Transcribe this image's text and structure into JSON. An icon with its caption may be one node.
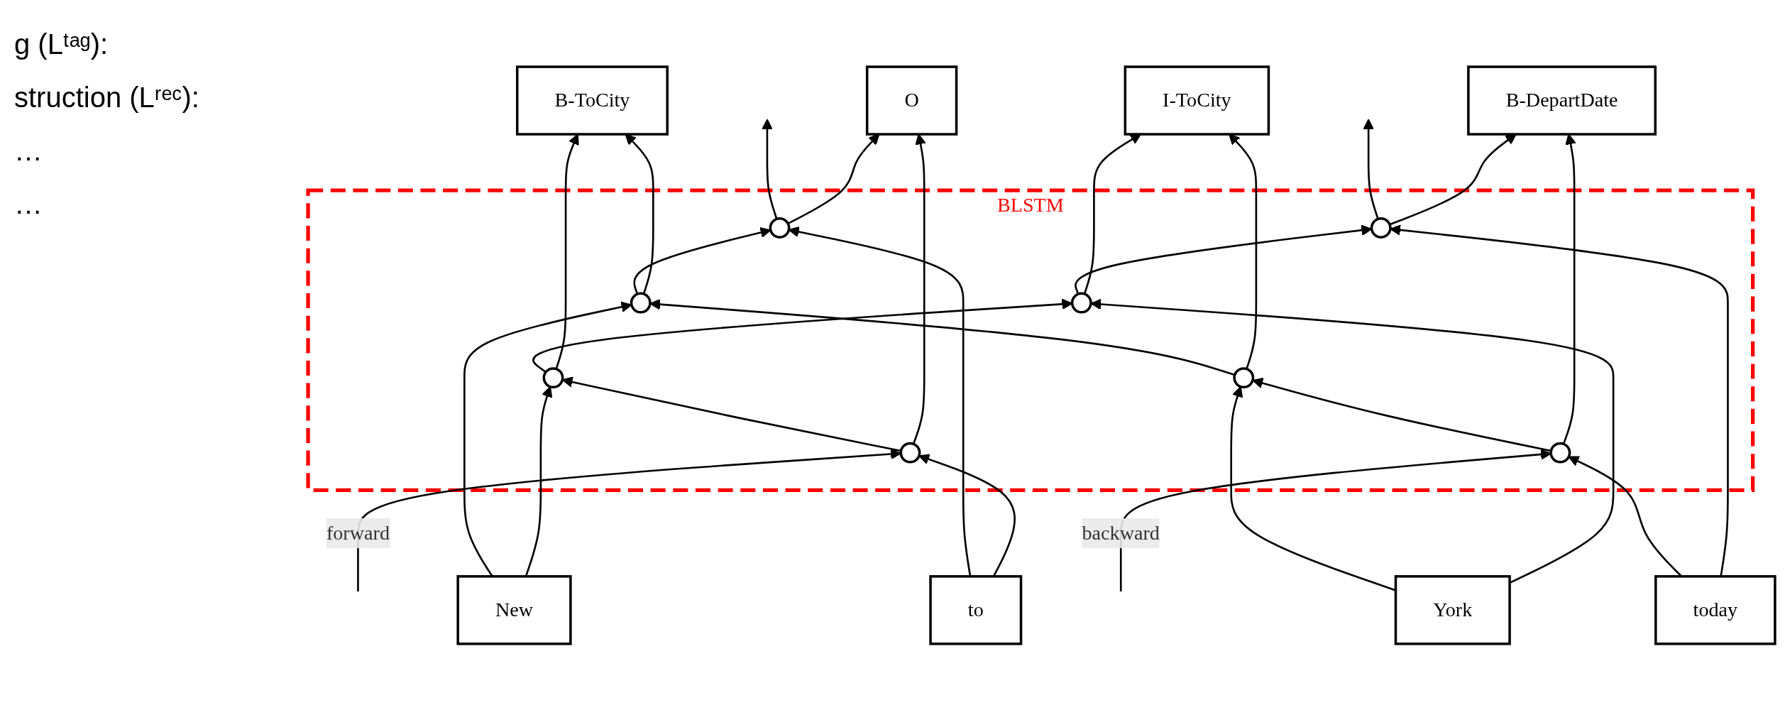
{
  "diagram": {
    "nodes": [
      {
        "text": [
          "BLSTM"
        ]
      },
      {
        "text": [
          "O"
        ]
      },
      {
        "text": [
          "B-ToCity"
        ]
      },
      {
        "text": [
          "I-ToCity"
        ]
      },
      {
        "text": [
          "B-DepartDate"
        ]
      },
      {
        "text": [],
        "shape": "circle",
        "in": 0
      },
      {
        "text": [],
        "shape": "circle",
        "in": 0
      },
      {
        "text": [],
        "shape": "circle",
        "in": 0
      },
      {
        "text": [],
        "shape": "circle",
        "in": 0
      },
      {
        "text": [],
        "shape": "circle",
        "in": 0
      },
      {
        "text": [],
        "shape": "circle",
        "in": 0
      },
      {
        "text": [],
        "shape": "circle",
        "in": 0
      },
      {
        "text": [],
        "shape": "circle",
        "in": 0
      },
      {
        "text": [
          "to"
        ]
      },
      {
        "text": [
          "New"
        ]
      },
      {
        "text": [
          "York"
        ]
      },
      {
        "text": [
          "today"
        ]
      }
    ],
    "edges": [
      {
        "from": 13,
        "to": 9,
        "arrow": "to"
      },
      {
        "from": 13,
        "to": 5,
        "arrow": "to"
      },
      {
        "from": 9,
        "to": 1,
        "arrow": "to"
      },
      {
        "from": 5,
        "to": 1,
        "arrow": "to"
      },
      {
        "from": 14,
        "to": 10,
        "arrow": "to"
      },
      {
        "from": 14,
        "to": 6,
        "arrow": "to"
      },
      {
        "from": 10,
        "to": 2,
        "arrow": "to"
      },
      {
        "from": 6,
        "to": 2,
        "arrow": "to"
      },
      {
        "from": 15,
        "to": 11,
        "arrow": "to"
      },
      {
        "from": 15,
        "to": 7,
        "arrow": "to"
      },
      {
        "from": 11,
        "to": 3,
        "arrow": "to"
      },
      {
        "from": 7,
        "to": 3,
        "arrow": "to"
      },
      {
        "from": 16,
        "to": 12,
        "arrow": "to"
      },
      {
        "from": 16,
        "to": 8,
        "arrow": "to"
      },
      {
        "from": 12,
        "to": 4,
        "arrow": "to"
      },
      {
        "from": 8,
        "to": 4,
        "arrow": "to"
      },
      {
        "from": null,
        "to": 9,
        "arrow": "to",
        "label": "forward"
      },
      {
        "from": 9,
        "to": 10,
        "arrow": "to"
      },
      {
        "from": 10,
        "to": 11,
        "arrow": "to"
      },
      {
        "from": 11,
        "to": 12,
        "arrow": "to"
      },
      {
        "from": 12,
        "to": null,
        "arrow": "to"
      },
      {
        "from": null,
        "to": 8,
        "arrow": "to",
        "label": "backward"
      },
      {
        "from": 8,
        "to": 7,
        "arrow": "to"
      },
      {
        "from": 7,
        "to": 6,
        "arrow": "to"
      },
      {
        "from": 6,
        "to": 5,
        "arrow": "to"
      },
      {
        "from": 5,
        "to": null,
        "arrow": "to"
      }
    ],
    "labels": [
      "g (Lᵗᵃᵍ):",
      "struction (Lʳᵉᶜ):",
      "…",
      "…"
    ]
  }
}
